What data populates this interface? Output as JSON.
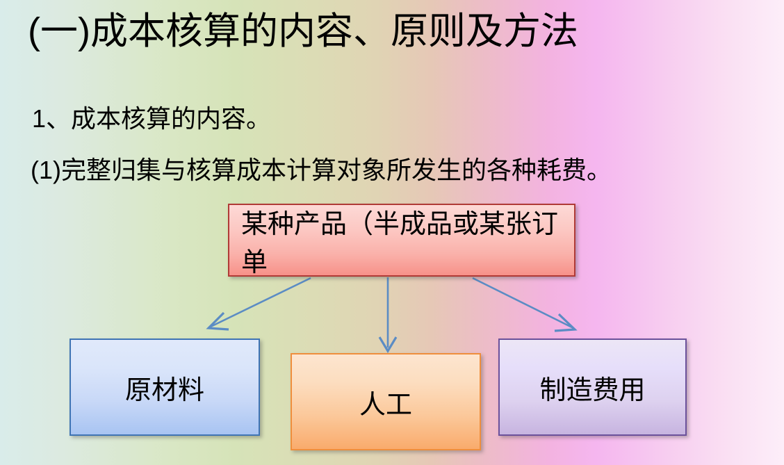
{
  "slide": {
    "title": "(一)成本核算的内容、原则及方法",
    "body": {
      "line_1": "1、成本核算的内容。",
      "line_2": "(1)完整归集与核算成本计算对象所发生的各种耗费。"
    },
    "diagram": {
      "top_box": {
        "label": "某种产品（半成品或某张订单",
        "fill_top": "#fdd9d6",
        "fill_bottom": "#f79189",
        "border": "#b03a36"
      },
      "children": [
        {
          "label": "原材料",
          "fill_top": "#e0e9fb",
          "fill_bottom": "#a8c4f2",
          "border": "#3f74b4"
        },
        {
          "label": "人工",
          "fill_top": "#fde5cf",
          "fill_bottom": "#f9ab6c",
          "border": "#ef8e3c"
        },
        {
          "label": "制造费用",
          "fill_top": "#ece6f6",
          "fill_bottom": "#c7b4e0",
          "border": "#6b519b"
        }
      ],
      "connectors": [
        {
          "name": "arrow-to-raw-materials",
          "direction": "down-left"
        },
        {
          "name": "arrow-to-labor",
          "direction": "down"
        },
        {
          "name": "arrow-to-overhead",
          "direction": "down-right"
        }
      ],
      "connector_color": "#5b8cc4"
    },
    "background": {
      "start": "#d9ecea",
      "mid": "#d6e3b8",
      "accent": "#f5b6ef",
      "end": "#fdeef9"
    }
  }
}
